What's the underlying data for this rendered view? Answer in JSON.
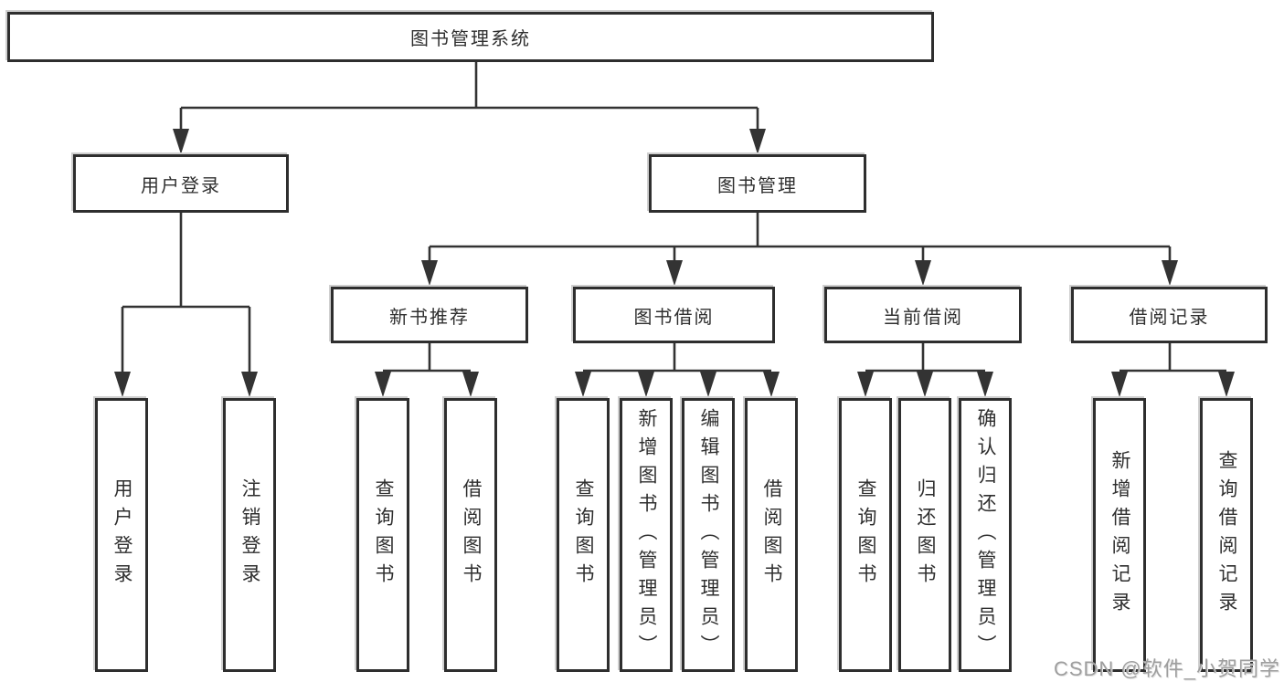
{
  "tree": {
    "root": {
      "label": "图书管理系统"
    },
    "user_login": {
      "label": "用户登录",
      "children": [
        {
          "label": "用户登录"
        },
        {
          "label": "注销登录"
        }
      ]
    },
    "book_mgmt": {
      "label": "图书管理"
    },
    "new_book_rec": {
      "label": "新书推荐",
      "children": [
        {
          "label": "查询图书"
        },
        {
          "label": "借阅图书"
        }
      ]
    },
    "book_borrow": {
      "label": "图书借阅",
      "children": [
        {
          "label": "查询图书"
        },
        {
          "label": "新增图书（管理员）"
        },
        {
          "label": "编辑图书（管理员）"
        },
        {
          "label": "借阅图书"
        }
      ]
    },
    "current_borrow": {
      "label": "当前借阅",
      "children": [
        {
          "label": "查询图书"
        },
        {
          "label": "归还图书"
        },
        {
          "label": "确认归还（管理员）"
        }
      ]
    },
    "borrow_records": {
      "label": "借阅记录",
      "children": [
        {
          "label": "新增借阅记录"
        },
        {
          "label": "查询借阅记录"
        }
      ]
    }
  },
  "colors": {
    "line": "#333333",
    "box_border": "#2e2e2e",
    "text": "#2f2f2f",
    "watermark": "#9e9e9e"
  },
  "watermark": {
    "text": "CSDN @软件_小贺同学"
  }
}
